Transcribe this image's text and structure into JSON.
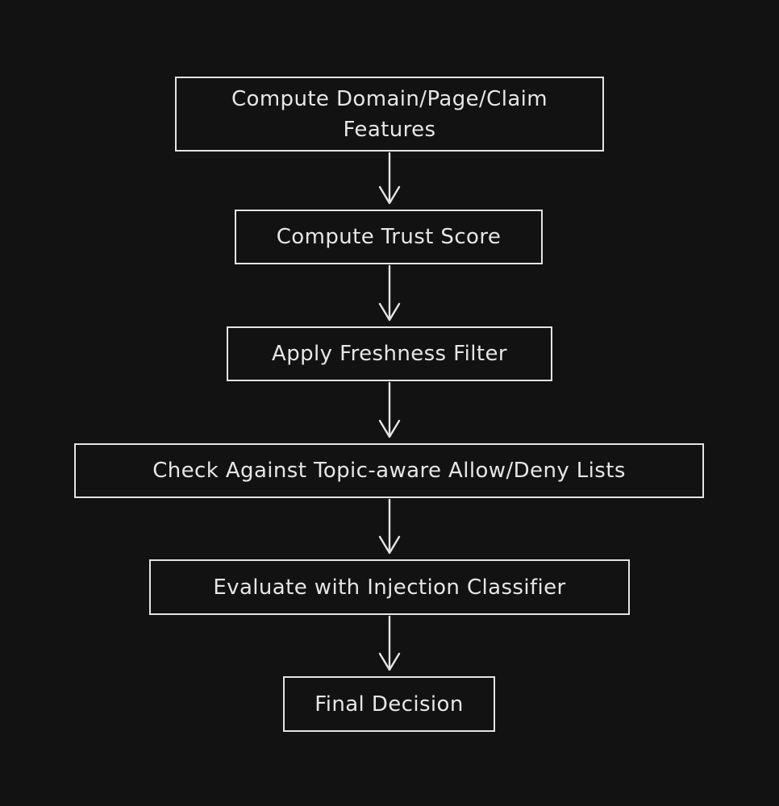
{
  "diagram": {
    "type": "flowchart",
    "direction": "top-to-bottom",
    "colors": {
      "background": "#121212",
      "stroke": "#e4e4e4",
      "text": "#e6e6e6"
    },
    "nodes": [
      {
        "id": "n1",
        "line1": "Compute Domain/Page/Claim",
        "line2": "Features"
      },
      {
        "id": "n2",
        "line1": "Compute Trust Score"
      },
      {
        "id": "n3",
        "line1": "Apply Freshness Filter"
      },
      {
        "id": "n4",
        "line1": "Check Against Topic-aware Allow/Deny Lists"
      },
      {
        "id": "n5",
        "line1": "Evaluate with Injection Classifier"
      },
      {
        "id": "n6",
        "line1": "Final Decision"
      }
    ],
    "edges": [
      {
        "from": "n1",
        "to": "n2"
      },
      {
        "from": "n2",
        "to": "n3"
      },
      {
        "from": "n3",
        "to": "n4"
      },
      {
        "from": "n4",
        "to": "n5"
      },
      {
        "from": "n5",
        "to": "n6"
      }
    ]
  }
}
